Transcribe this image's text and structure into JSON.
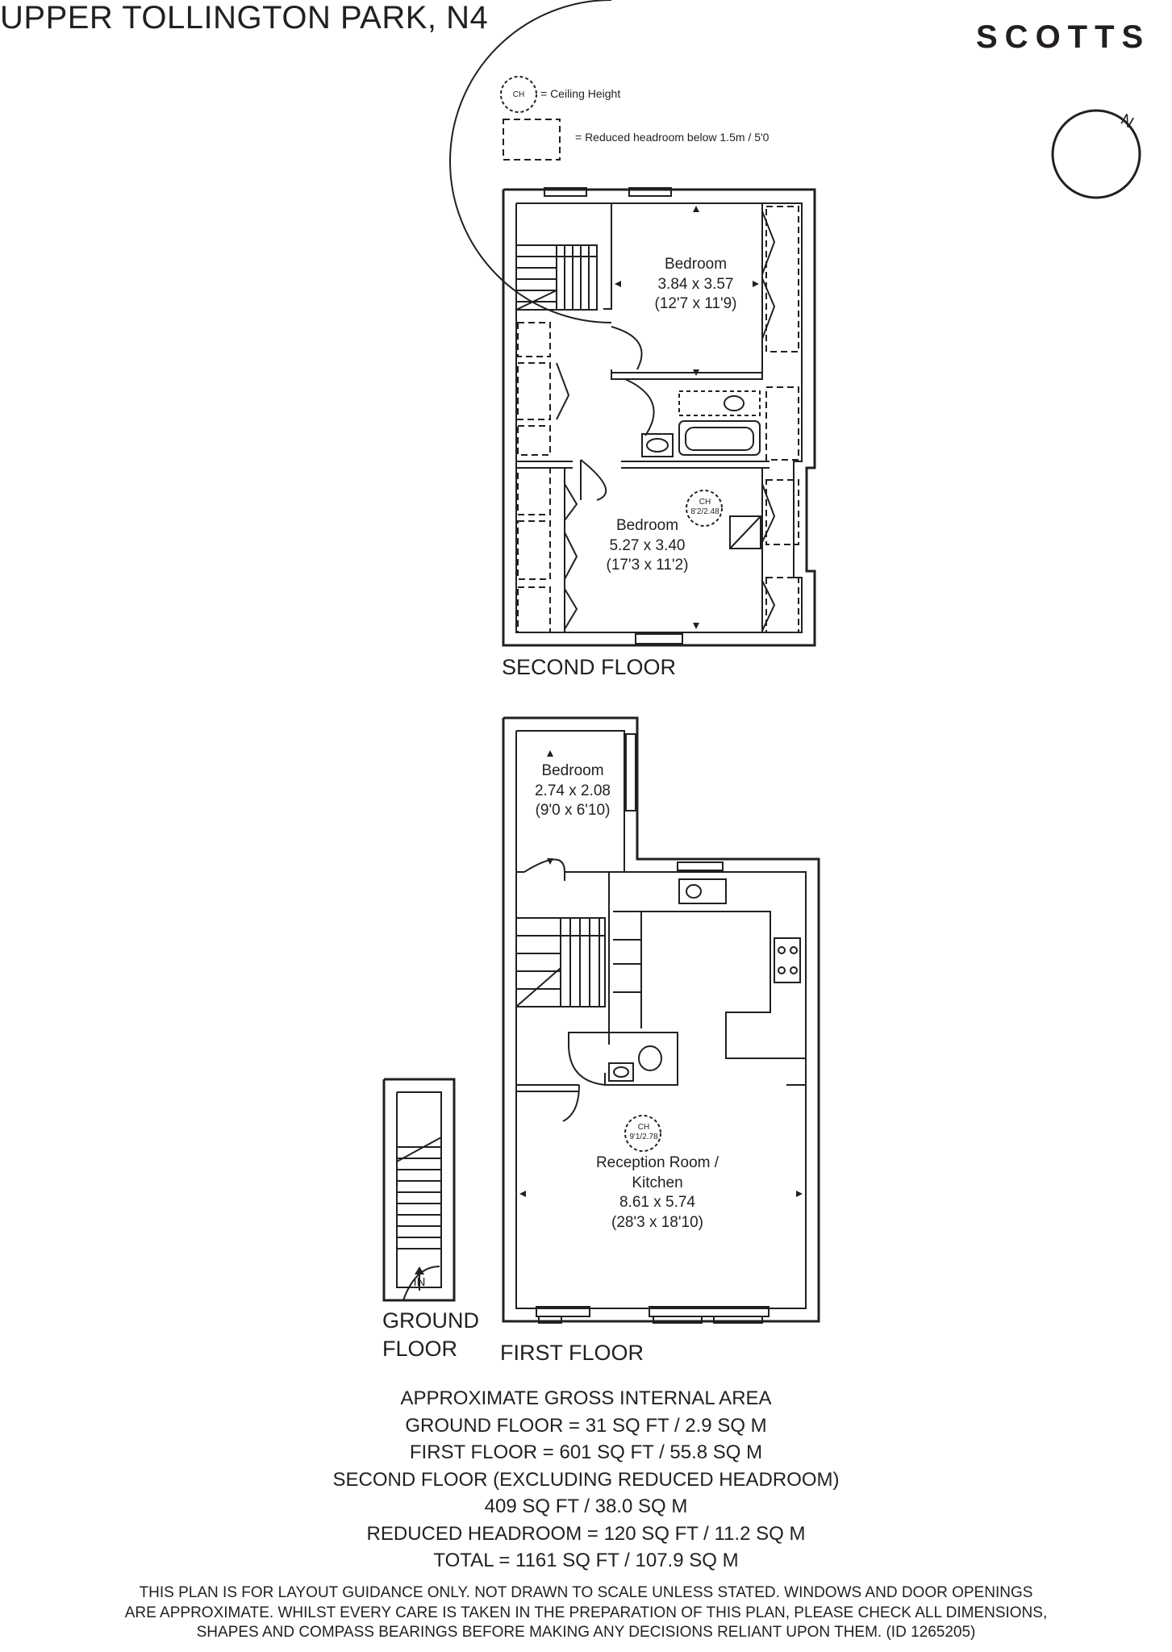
{
  "header": {
    "title": "UPPER TOLLINGTON PARK, N4",
    "brand": "SCOTTS",
    "compass_letter": "N"
  },
  "legend": {
    "ch_symbol": "CH",
    "ch_text": "= Ceiling Height",
    "reduced_text": "= Reduced headroom below 1.5m / 5'0"
  },
  "rooms": {
    "second_bedroom_1": {
      "name": "Bedroom",
      "metric": "3.84 x 3.57",
      "imperial": "(12'7 x 11'9)"
    },
    "second_bedroom_2": {
      "name": "Bedroom",
      "metric": "5.27 x 3.40",
      "imperial": "(17'3 x 11'2)",
      "ceiling": "8'2/2.48"
    },
    "first_bedroom": {
      "name": "Bedroom",
      "metric": "2.74 x 2.08",
      "imperial": "(9'0 x 6'10)"
    },
    "reception": {
      "name_line1": "Reception Room /",
      "name_line2": "Kitchen",
      "metric": "8.61 x 5.74",
      "imperial": "(28'3 x 18'10)",
      "ceiling": "9'1/2.78"
    },
    "entrance": "IN"
  },
  "floors": {
    "second": "SECOND FLOOR",
    "first": "FIRST FLOOR",
    "ground_line1": "GROUND",
    "ground_line2": "FLOOR"
  },
  "area": {
    "heading": "APPROXIMATE GROSS INTERNAL AREA",
    "ground": "GROUND FLOOR = 31 SQ FT / 2.9 SQ M",
    "first": "FIRST FLOOR = 601 SQ FT / 55.8 SQ M",
    "second_line1": "SECOND FLOOR (EXCLUDING REDUCED HEADROOM)",
    "second_line2": "409 SQ FT / 38.0 SQ M",
    "reduced": "REDUCED HEADROOM = 120 SQ FT / 11.2 SQ M",
    "total": "TOTAL = 1161 SQ FT / 107.9 SQ M"
  },
  "disclaimer": {
    "line1": "THIS PLAN IS FOR LAYOUT GUIDANCE ONLY. NOT DRAWN TO SCALE UNLESS STATED. WINDOWS AND DOOR OPENINGS",
    "line2": "ARE APPROXIMATE. WHILST EVERY CARE IS TAKEN IN THE PREPARATION OF THIS PLAN, PLEASE CHECK ALL DIMENSIONS,",
    "line3": "SHAPES AND COMPASS BEARINGS BEFORE MAKING ANY DECISIONS RELIANT UPON THEM. (ID 1265205)"
  },
  "colors": {
    "ink": "#231f20",
    "background": "#ffffff"
  }
}
